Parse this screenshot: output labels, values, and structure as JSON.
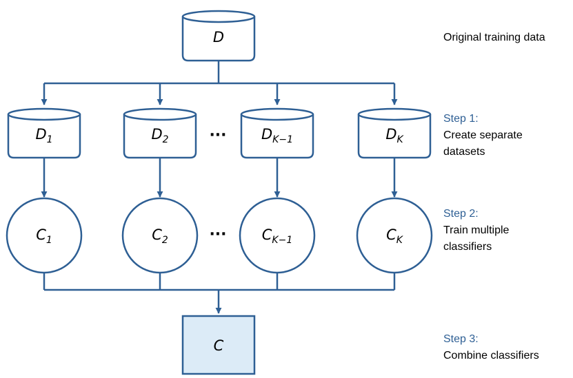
{
  "colors": {
    "stroke": "#2E5F94",
    "node_fill": "#FFFFFF",
    "combined_fill": "#DCEBF7",
    "step_text": "#2E5F94"
  },
  "nodes": {
    "original": {
      "base": "D",
      "sub": ""
    },
    "datasets": [
      {
        "base": "D",
        "sub": "1"
      },
      {
        "base": "D",
        "sub": "2"
      },
      {
        "base": "D",
        "sub": "K−1"
      },
      {
        "base": "D",
        "sub": "K"
      }
    ],
    "classifiers": [
      {
        "base": "C",
        "sub": "1"
      },
      {
        "base": "C",
        "sub": "2"
      },
      {
        "base": "C",
        "sub": "K−1"
      },
      {
        "base": "C",
        "sub": "K"
      }
    ],
    "combined": {
      "base": "C",
      "sub": ""
    }
  },
  "ellipsis": "···",
  "annotations": {
    "original": "Original training data",
    "step1": {
      "title": "Step 1:",
      "line1": "Create separate",
      "line2": "datasets"
    },
    "step2": {
      "title": "Step 2:",
      "line1": "Train multiple",
      "line2": "classifiers"
    },
    "step3": {
      "title": "Step 3:",
      "line1": "Combine classifiers"
    }
  }
}
